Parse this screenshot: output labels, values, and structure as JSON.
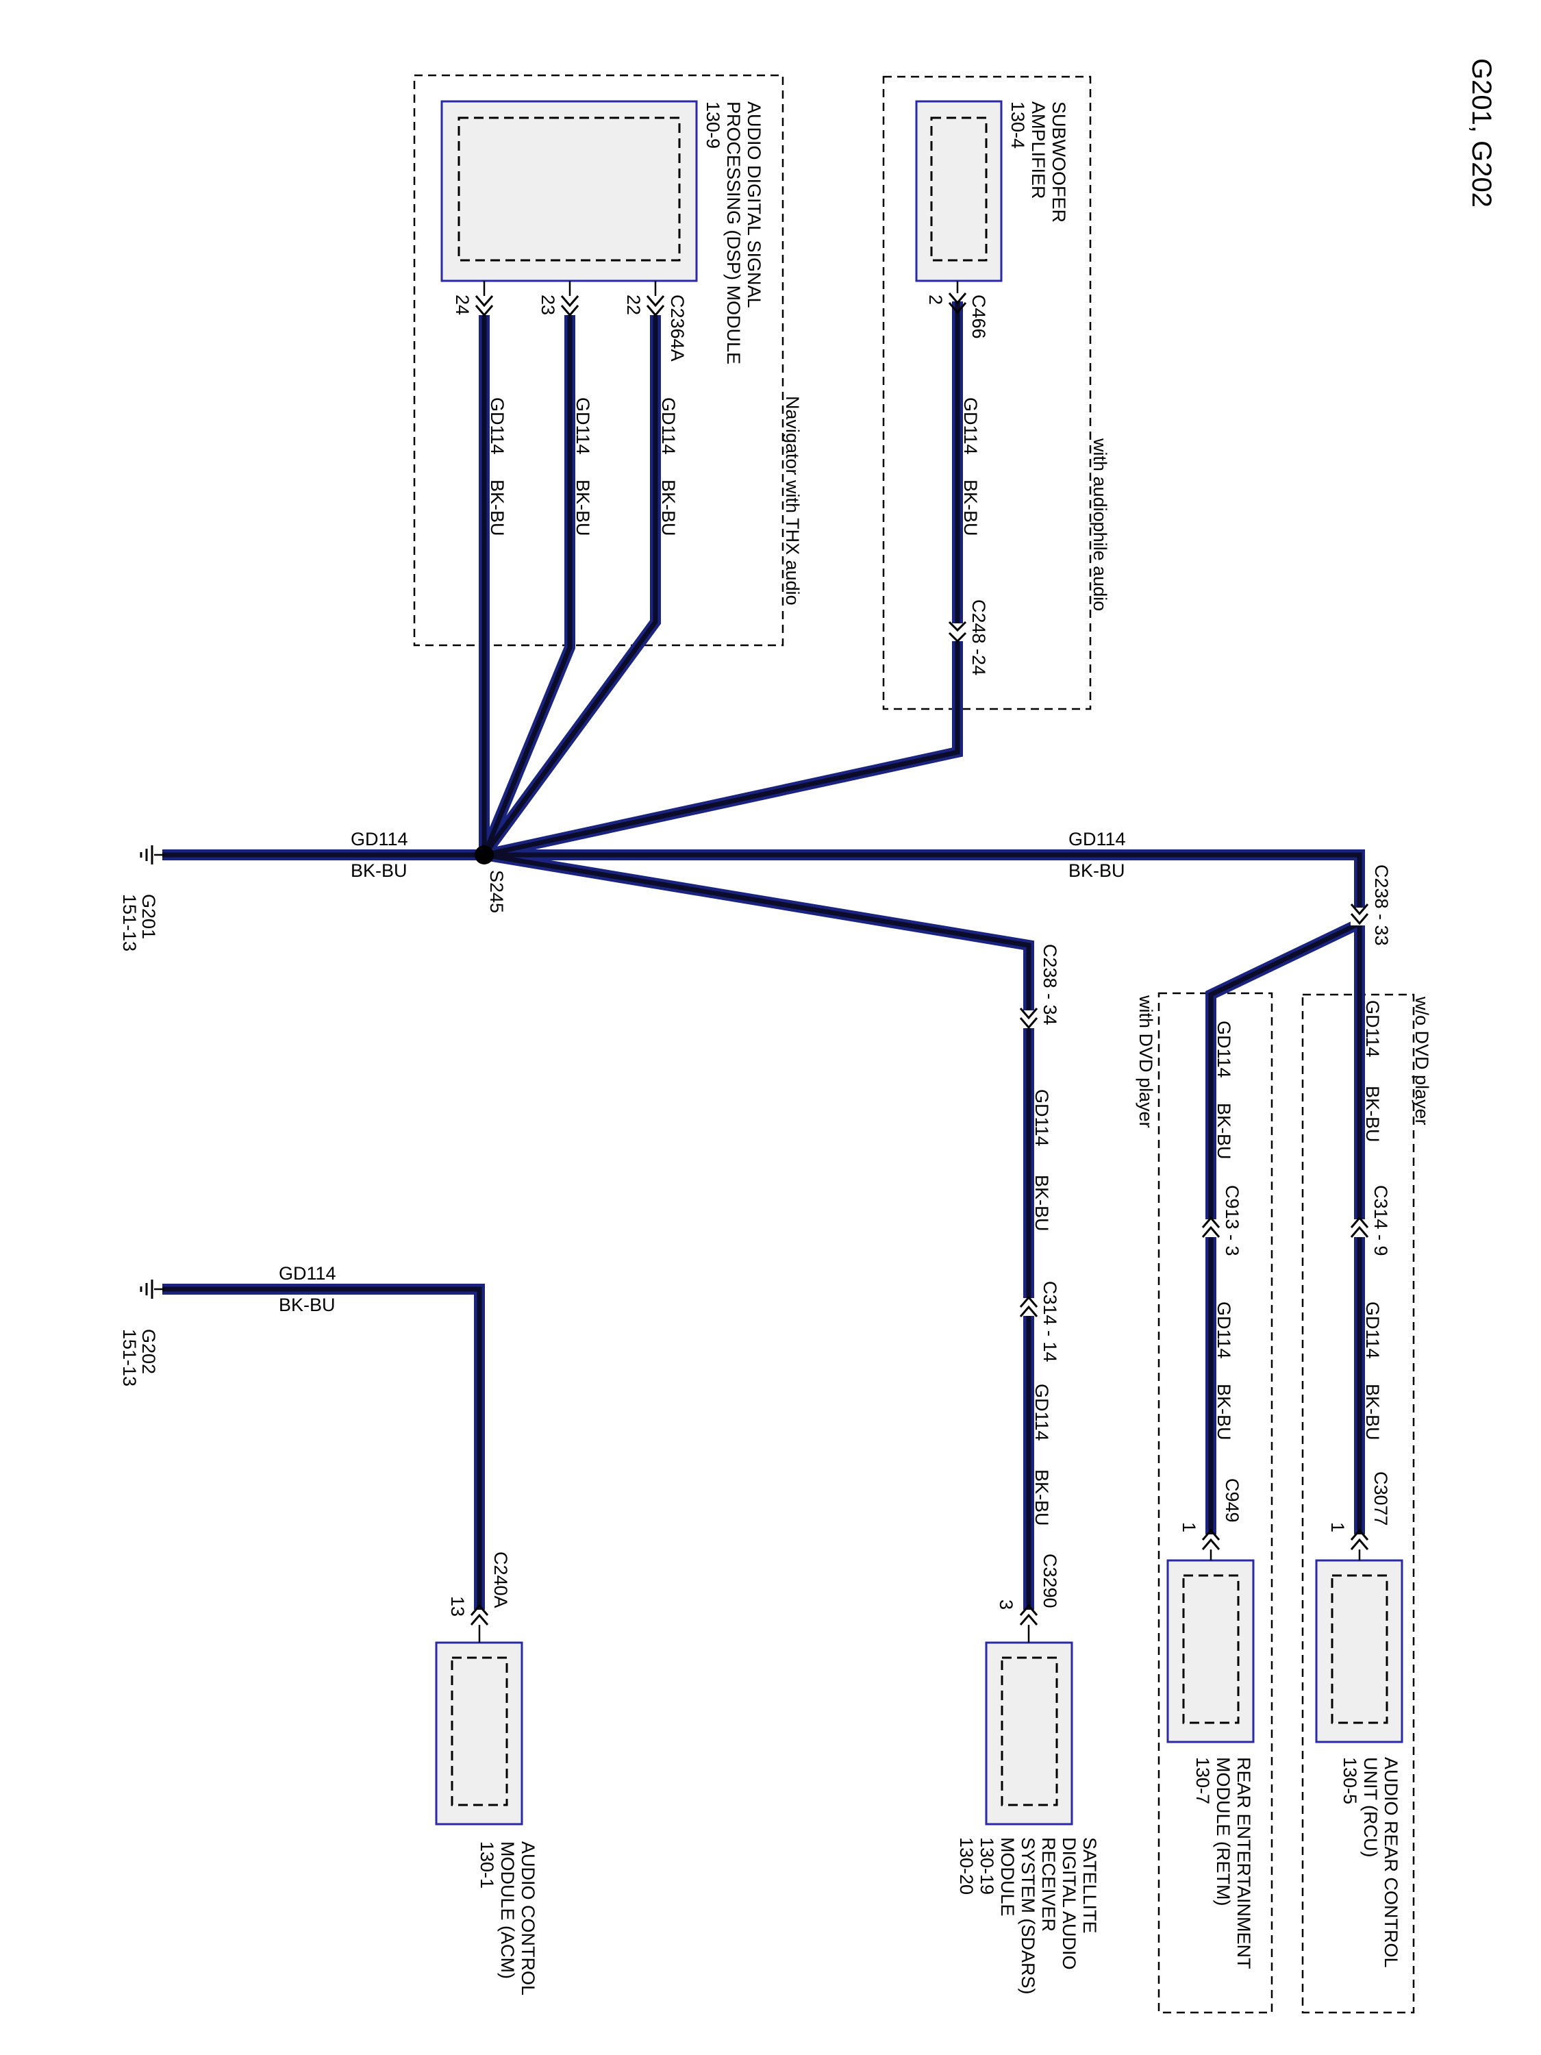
{
  "page_title": "G201, G202",
  "wire_code": "GD114",
  "wire_color": "BK-BU",
  "colors": {
    "wire_outer": "#1a237e",
    "wire_core": "#0b0b2a",
    "module_fill": "#efefef",
    "module_border": "#2a2aa8"
  },
  "splice": "S245",
  "grounds": {
    "g201": {
      "name": "G201",
      "ref": "151-13"
    },
    "g202": {
      "name": "G202",
      "ref": "151-13"
    }
  },
  "options": {
    "thx": "Navigator with THX audio",
    "audiophile": "with audiophile audio",
    "dvd": "with DVD player",
    "no_dvd": "w/o DVD player"
  },
  "modules": {
    "dsp": {
      "lines": [
        "AUDIO DIGITAL SIGNAL",
        "PROCESSING (DSP) MODULE",
        "130-9"
      ]
    },
    "sub": {
      "lines": [
        "SUBWOOFER",
        "AMPLIFIER",
        "130-4"
      ]
    },
    "rcu": {
      "lines": [
        "AUDIO REAR CONTROL",
        "UNIT (RCU)",
        "130-5"
      ]
    },
    "retm": {
      "lines": [
        "REAR ENTERTAINMENT",
        "MODULE (RETM)",
        "130-7"
      ]
    },
    "sdars": {
      "lines": [
        "SATELLITE",
        "DIGITAL AUDIO",
        "RECEIVER",
        "SYSTEM (SDARS)",
        "MODULE",
        "130-19",
        "130-20"
      ]
    },
    "acm": {
      "lines": [
        "AUDIO CONTROL",
        "MODULE (ACM)",
        "130-1"
      ]
    }
  },
  "connectors": {
    "c2364a": "C2364A",
    "c2364a_pins": [
      "22",
      "23",
      "24"
    ],
    "c466": "C466",
    "c466_pin": "2",
    "c248": "C248  -24",
    "c238_33": "C238  - 33",
    "c238_34": "C238  - 34",
    "c314_14": "C314  - 14",
    "c3290": "C3290",
    "c3290_pin": "3",
    "c913_3": "C913  - 3",
    "c949": "C949",
    "c949_pin": "1",
    "c314_9": "C314  - 9",
    "c3077": "C3077",
    "c3077_pin": "1",
    "c240a": "C240A",
    "c240a_pin": "13"
  }
}
